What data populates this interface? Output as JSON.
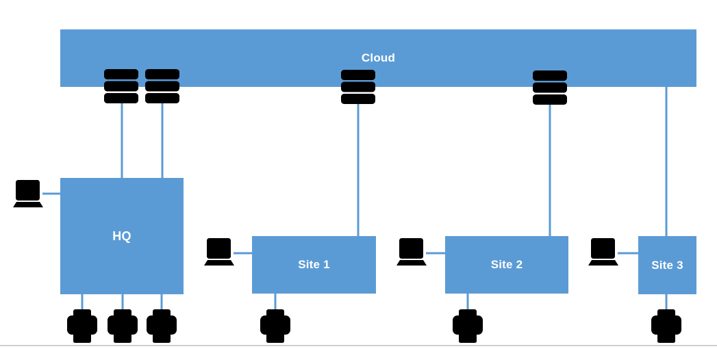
{
  "nodes": {
    "cloud": {
      "label": "Cloud"
    },
    "hq": {
      "label": "HQ"
    },
    "site1": {
      "label": "Site 1"
    },
    "site2": {
      "label": "Site 2"
    },
    "site3": {
      "label": "Site 3"
    }
  },
  "icons": {
    "server_stacks": [
      {
        "name": "server-stack-icon",
        "style": "filled",
        "attached_to": "HQ"
      },
      {
        "name": "server-stack-icon",
        "style": "outline",
        "attached_to": "HQ"
      },
      {
        "name": "server-stack-icon",
        "style": "outline",
        "attached_to": "Site 1"
      },
      {
        "name": "server-stack-icon",
        "style": "outline",
        "attached_to": "Site 2"
      }
    ],
    "laptops": [
      "HQ",
      "Site 1",
      "Site 2",
      "Site 3"
    ],
    "printers": [
      "HQ",
      "HQ",
      "HQ",
      "Site 1",
      "Site 2",
      "Site 3"
    ]
  },
  "edges": [
    {
      "from": "server-stack-1",
      "to": "HQ"
    },
    {
      "from": "server-stack-2",
      "to": "HQ"
    },
    {
      "from": "server-stack-3",
      "to": "Site 1"
    },
    {
      "from": "server-stack-4",
      "to": "Site 2"
    },
    {
      "from": "Cloud",
      "to": "Site 3"
    },
    {
      "from": "laptop-1",
      "to": "HQ"
    },
    {
      "from": "laptop-2",
      "to": "Site 1"
    },
    {
      "from": "laptop-3",
      "to": "Site 2"
    },
    {
      "from": "laptop-4",
      "to": "Site 3"
    },
    {
      "from": "HQ",
      "to": "printer-1"
    },
    {
      "from": "HQ",
      "to": "printer-2"
    },
    {
      "from": "HQ",
      "to": "printer-3"
    },
    {
      "from": "Site 1",
      "to": "printer-4"
    },
    {
      "from": "Site 2",
      "to": "printer-5"
    },
    {
      "from": "Site 3",
      "to": "printer-6"
    }
  ],
  "colors": {
    "node-blue": "#5b9bd5",
    "icon-blue": "#5f9ed9",
    "server-red": "#d6173a",
    "label-white": "#ffffff",
    "baseline-gray": "#cfcfcf"
  }
}
